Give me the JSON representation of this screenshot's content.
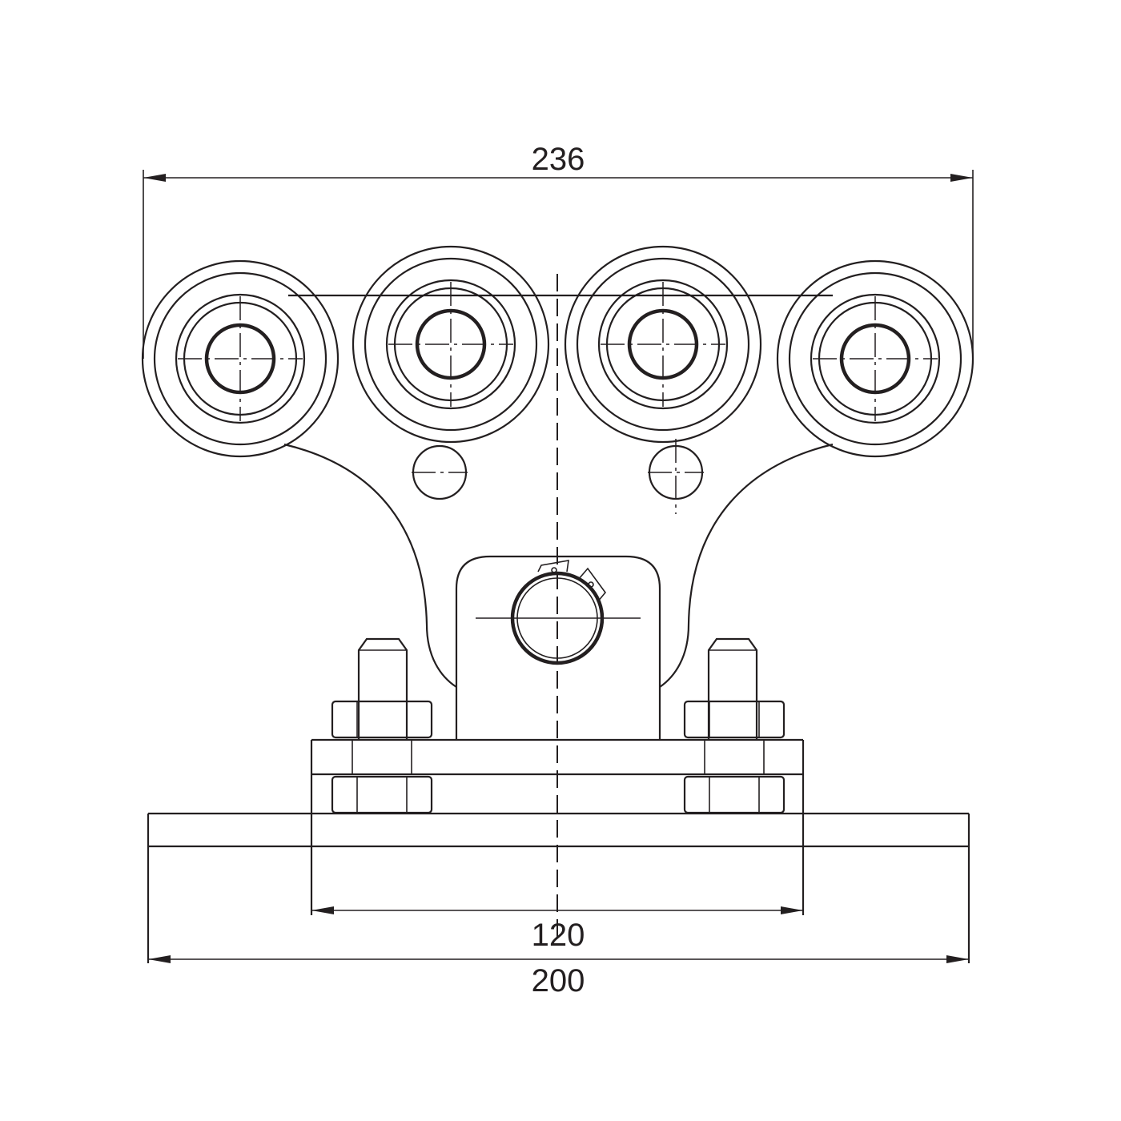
{
  "dimensions": {
    "overall_width": "236",
    "mounting_hole_spacing": "120",
    "base_plate_width": "200"
  },
  "colors": {
    "line": "#231f20",
    "background": "#ffffff"
  }
}
